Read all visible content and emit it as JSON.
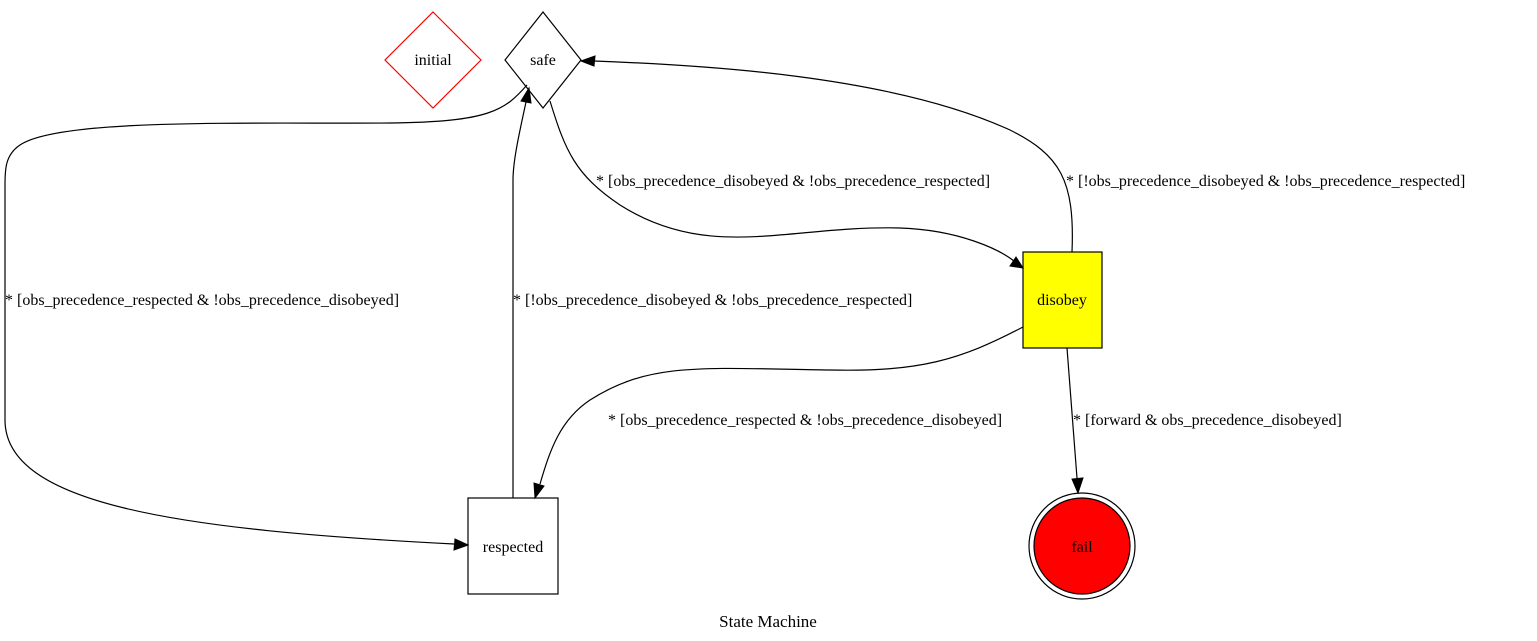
{
  "diagram": {
    "title": "State Machine",
    "nodes": {
      "initial": {
        "label": "initial",
        "shape": "diamond",
        "stroke": "#ff0000",
        "fill": "#ffffff"
      },
      "safe": {
        "label": "safe",
        "shape": "diamond",
        "stroke": "#000000",
        "fill": "#ffffff"
      },
      "disobey": {
        "label": "disobey",
        "shape": "box",
        "stroke": "#000000",
        "fill": "#ffff00"
      },
      "respected": {
        "label": "respected",
        "shape": "box",
        "stroke": "#000000",
        "fill": "#ffffff"
      },
      "fail": {
        "label": "fail",
        "shape": "doublecircle",
        "stroke": "#000000",
        "fill": "#ff0000"
      }
    },
    "edges": {
      "safe_to_disobey": {
        "from": "safe",
        "to": "disobey",
        "label": "* [obs_precedence_disobeyed & !obs_precedence_respected]"
      },
      "disobey_to_safe": {
        "from": "disobey",
        "to": "safe",
        "label": "* [!obs_precedence_disobeyed & !obs_precedence_respected]"
      },
      "safe_to_respected": {
        "from": "safe",
        "to": "respected",
        "label": "* [obs_precedence_respected & !obs_precedence_disobeyed]"
      },
      "respected_to_safe": {
        "from": "respected",
        "to": "safe",
        "label": "* [!obs_precedence_disobeyed & !obs_precedence_respected]"
      },
      "disobey_to_respected": {
        "from": "disobey",
        "to": "respected",
        "label": "* [obs_precedence_respected & !obs_precedence_disobeyed]"
      },
      "disobey_to_fail": {
        "from": "disobey",
        "to": "fail",
        "label": "* [forward & obs_precedence_disobeyed]"
      }
    }
  }
}
